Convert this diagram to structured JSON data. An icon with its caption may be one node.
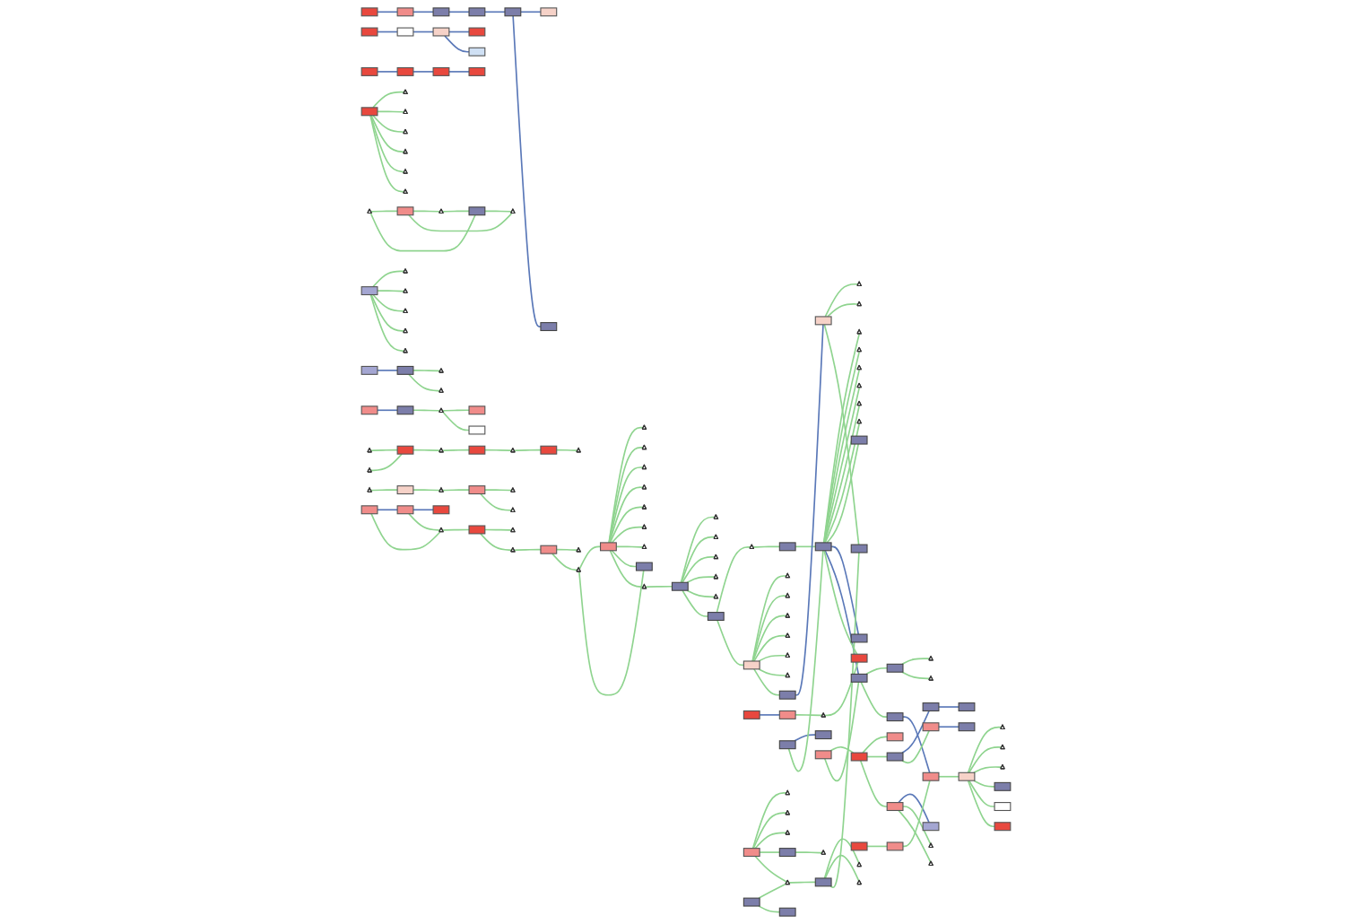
{
  "diagram": {
    "nodes": [
      {
        "text": [],
        "shape": "box"
      },
      {
        "text": [],
        "shape": "box"
      },
      {
        "text": [],
        "shape": "box"
      },
      {
        "text": [],
        "shape": "box"
      },
      {
        "text": [],
        "shape": "box"
      },
      {
        "text": [],
        "shape": "box"
      },
      {
        "text": [],
        "shape": "box"
      },
      {
        "text": [],
        "shape": "box"
      },
      {
        "text": [],
        "shape": "box"
      },
      {
        "text": [],
        "shape": "box"
      },
      {
        "text": [],
        "shape": "box"
      },
      {
        "text": [],
        "shape": "box"
      },
      {
        "text": [],
        "shape": "box"
      },
      {
        "text": [],
        "shape": "box"
      },
      {
        "text": [],
        "shape": "box"
      },
      {
        "text": [],
        "shape": "box"
      },
      {
        "text": [],
        "shape": "triangle"
      },
      {
        "text": [],
        "shape": "box"
      },
      {
        "text": [],
        "shape": "triangle"
      },
      {
        "text": [],
        "shape": "box"
      },
      {
        "text": [],
        "shape": "triangle"
      },
      {
        "text": [],
        "shape": "box"
      },
      {
        "text": [],
        "shape": "triangle"
      },
      {
        "text": [],
        "shape": "triangle"
      },
      {
        "text": [],
        "shape": "triangle"
      },
      {
        "text": [],
        "shape": "triangle"
      },
      {
        "text": [],
        "shape": "triangle"
      },
      {
        "text": [],
        "shape": "triangle"
      },
      {
        "text": [],
        "shape": "box"
      },
      {
        "text": [],
        "shape": "triangle"
      },
      {
        "text": [],
        "shape": "triangle"
      },
      {
        "text": [],
        "shape": "triangle"
      },
      {
        "text": [],
        "shape": "triangle"
      },
      {
        "text": [],
        "shape": "triangle"
      },
      {
        "text": [],
        "shape": "box"
      },
      {
        "text": [],
        "shape": "box"
      },
      {
        "text": [],
        "shape": "triangle"
      },
      {
        "text": [],
        "shape": "triangle"
      },
      {
        "text": [],
        "shape": "box"
      },
      {
        "text": [],
        "shape": "box"
      },
      {
        "text": [],
        "shape": "triangle"
      },
      {
        "text": [],
        "shape": "box"
      },
      {
        "text": [],
        "shape": "box"
      },
      {
        "text": [],
        "shape": "triangle"
      },
      {
        "text": [],
        "shape": "triangle"
      },
      {
        "text": [],
        "shape": "box"
      },
      {
        "text": [],
        "shape": "triangle"
      },
      {
        "text": [],
        "shape": "box"
      },
      {
        "text": [],
        "shape": "triangle"
      },
      {
        "text": [],
        "shape": "box"
      },
      {
        "text": [],
        "shape": "triangle"
      },
      {
        "text": [],
        "shape": "triangle"
      },
      {
        "text": [],
        "shape": "box"
      },
      {
        "text": [],
        "shape": "triangle"
      },
      {
        "text": [],
        "shape": "box"
      },
      {
        "text": [],
        "shape": "triangle"
      },
      {
        "text": [],
        "shape": "triangle"
      },
      {
        "text": [],
        "shape": "box"
      },
      {
        "text": [],
        "shape": "box"
      },
      {
        "text": [],
        "shape": "box"
      },
      {
        "text": [],
        "shape": "triangle"
      },
      {
        "text": [],
        "shape": "box"
      },
      {
        "text": [],
        "shape": "triangle"
      },
      {
        "text": [],
        "shape": "triangle"
      },
      {
        "text": [],
        "shape": "box"
      },
      {
        "text": [],
        "shape": "triangle"
      },
      {
        "text": [],
        "shape": "triangle"
      },
      {
        "text": [],
        "shape": "box"
      },
      {
        "text": [],
        "shape": "triangle"
      },
      {
        "text": [],
        "shape": "triangle"
      },
      {
        "text": [],
        "shape": "triangle"
      },
      {
        "text": [],
        "shape": "triangle"
      },
      {
        "text": [],
        "shape": "triangle"
      },
      {
        "text": [],
        "shape": "triangle"
      },
      {
        "text": [],
        "shape": "triangle"
      },
      {
        "text": [],
        "shape": "box"
      },
      {
        "text": [],
        "shape": "triangle"
      },
      {
        "text": [],
        "shape": "box"
      },
      {
        "text": [],
        "shape": "triangle"
      },
      {
        "text": [],
        "shape": "triangle"
      },
      {
        "text": [],
        "shape": "triangle"
      },
      {
        "text": [],
        "shape": "triangle"
      },
      {
        "text": [],
        "shape": "triangle"
      },
      {
        "text": [],
        "shape": "box"
      },
      {
        "text": [],
        "shape": "triangle"
      },
      {
        "text": [],
        "shape": "box"
      },
      {
        "text": [],
        "shape": "box"
      },
      {
        "text": [],
        "shape": "box"
      },
      {
        "text": [],
        "shape": "triangle"
      },
      {
        "text": [],
        "shape": "triangle"
      },
      {
        "text": [],
        "shape": "triangle"
      },
      {
        "text": [],
        "shape": "triangle"
      },
      {
        "text": [],
        "shape": "triangle"
      },
      {
        "text": [],
        "shape": "triangle"
      },
      {
        "text": [],
        "shape": "box"
      },
      {
        "text": [],
        "shape": "box"
      },
      {
        "text": [],
        "shape": "triangle"
      },
      {
        "text": [],
        "shape": "triangle"
      },
      {
        "text": [],
        "shape": "box"
      },
      {
        "text": [],
        "shape": "triangle"
      },
      {
        "text": [],
        "shape": "triangle"
      },
      {
        "text": [],
        "shape": "triangle"
      },
      {
        "text": [],
        "shape": "triangle"
      },
      {
        "text": [],
        "shape": "triangle"
      },
      {
        "text": [],
        "shape": "triangle"
      },
      {
        "text": [],
        "shape": "box"
      },
      {
        "text": [],
        "shape": "box"
      },
      {
        "text": [],
        "shape": "box"
      },
      {
        "text": [],
        "shape": "box"
      },
      {
        "text": [],
        "shape": "box"
      },
      {
        "text": [],
        "shape": "box"
      },
      {
        "text": [],
        "shape": "triangle"
      },
      {
        "text": [],
        "shape": "triangle"
      },
      {
        "text": [],
        "shape": "box"
      },
      {
        "text": [],
        "shape": "box"
      },
      {
        "text": [],
        "shape": "triangle"
      },
      {
        "text": [],
        "shape": "triangle"
      },
      {
        "text": [],
        "shape": "triangle"
      },
      {
        "text": [],
        "shape": "box"
      },
      {
        "text": [],
        "shape": "box"
      },
      {
        "text": [],
        "shape": "box"
      },
      {
        "text": [],
        "shape": "box"
      },
      {
        "text": [],
        "shape": "box"
      },
      {
        "text": [],
        "shape": "box"
      },
      {
        "text": [],
        "shape": "box"
      },
      {
        "text": [],
        "shape": "box"
      },
      {
        "text": [],
        "shape": "box"
      },
      {
        "text": [],
        "shape": "box"
      },
      {
        "text": [],
        "shape": "box"
      },
      {
        "text": [],
        "shape": "box"
      },
      {
        "text": [],
        "shape": "triangle"
      },
      {
        "text": [],
        "shape": "triangle"
      },
      {
        "text": [],
        "shape": "box"
      },
      {
        "text": [],
        "shape": "box"
      },
      {
        "text": [],
        "shape": "box"
      },
      {
        "text": [],
        "shape": "box"
      },
      {
        "text": [],
        "shape": "triangle"
      },
      {
        "text": [],
        "shape": "box"
      },
      {
        "text": [],
        "shape": "box"
      },
      {
        "text": [],
        "shape": "box"
      },
      {
        "text": [],
        "shape": "box"
      },
      {
        "text": [],
        "shape": "triangle"
      },
      {
        "text": [],
        "shape": "triangle"
      },
      {
        "text": [],
        "shape": "triangle"
      },
      {
        "text": [],
        "shape": "box"
      },
      {
        "text": [],
        "shape": "triangle"
      },
      {
        "text": [],
        "shape": "box"
      },
      {
        "text": [],
        "shape": "triangle"
      },
      {
        "text": [],
        "shape": "triangle"
      },
      {
        "text": [],
        "shape": "box"
      },
      {
        "text": [],
        "shape": "triangle"
      },
      {
        "text": [],
        "shape": "box"
      }
    ],
    "edges": [
      {
        "from": 0,
        "to": 1,
        "arrow": "none",
        "color": "#5a78b8"
      },
      {
        "from": 1,
        "to": 2,
        "arrow": "none",
        "color": "#5a78b8"
      },
      {
        "from": 2,
        "to": 3,
        "arrow": "none",
        "color": "#5a78b8"
      },
      {
        "from": 3,
        "to": 4,
        "arrow": "none",
        "color": "#5a78b8"
      },
      {
        "from": 4,
        "to": 5,
        "arrow": "none",
        "color": "#5a78b8"
      },
      {
        "from": 4,
        "to": 6,
        "arrow": "none",
        "color": "#5a78b8"
      },
      {
        "from": 7,
        "to": 8,
        "arrow": "none",
        "color": "#5a78b8"
      },
      {
        "from": 8,
        "to": 9,
        "arrow": "none",
        "color": "#5a78b8"
      },
      {
        "from": 9,
        "to": 10,
        "arrow": "none",
        "color": "#5a78b8"
      },
      {
        "from": 9,
        "to": 11,
        "arrow": "none",
        "color": "#5a78b8"
      },
      {
        "from": 12,
        "to": 13,
        "arrow": "none",
        "color": "#5a78b8"
      },
      {
        "from": 13,
        "to": 14,
        "arrow": "none",
        "color": "#5a78b8"
      },
      {
        "from": 14,
        "to": 15,
        "arrow": "none",
        "color": "#5a78b8"
      },
      {
        "from": 16,
        "to": 17,
        "arrow": "none"
      },
      {
        "from": 16,
        "to": 19,
        "arrow": "none"
      },
      {
        "from": 17,
        "to": 18,
        "arrow": "none"
      },
      {
        "from": 18,
        "to": 19,
        "arrow": "none"
      },
      {
        "from": 19,
        "to": 20,
        "arrow": "none"
      },
      {
        "from": 17,
        "to": 20,
        "arrow": "none"
      },
      {
        "from": 21,
        "to": 22,
        "arrow": "none"
      },
      {
        "from": 21,
        "to": 23,
        "arrow": "none"
      },
      {
        "from": 21,
        "to": 24,
        "arrow": "none"
      },
      {
        "from": 21,
        "to": 25,
        "arrow": "none"
      },
      {
        "from": 21,
        "to": 26,
        "arrow": "none"
      },
      {
        "from": 21,
        "to": 27,
        "arrow": "none"
      },
      {
        "from": 28,
        "to": 29,
        "arrow": "none"
      },
      {
        "from": 28,
        "to": 30,
        "arrow": "none"
      },
      {
        "from": 28,
        "to": 31,
        "arrow": "none"
      },
      {
        "from": 28,
        "to": 32,
        "arrow": "none"
      },
      {
        "from": 28,
        "to": 33,
        "arrow": "none"
      },
      {
        "from": 34,
        "to": 35,
        "arrow": "none",
        "color": "#5a78b8"
      },
      {
        "from": 35,
        "to": 36,
        "arrow": "none"
      },
      {
        "from": 35,
        "to": 37,
        "arrow": "none"
      },
      {
        "from": 38,
        "to": 39,
        "arrow": "none",
        "color": "#5a78b8"
      },
      {
        "from": 39,
        "to": 40,
        "arrow": "none"
      },
      {
        "from": 40,
        "to": 41,
        "arrow": "none"
      },
      {
        "from": 40,
        "to": 42,
        "arrow": "none"
      },
      {
        "from": 43,
        "to": 45,
        "arrow": "none"
      },
      {
        "from": 44,
        "to": 45,
        "arrow": "none"
      },
      {
        "from": 45,
        "to": 46,
        "arrow": "none"
      },
      {
        "from": 46,
        "to": 47,
        "arrow": "none"
      },
      {
        "from": 47,
        "to": 48,
        "arrow": "none"
      },
      {
        "from": 48,
        "to": 49,
        "arrow": "none"
      },
      {
        "from": 49,
        "to": 50,
        "arrow": "none"
      },
      {
        "from": 51,
        "to": 52,
        "arrow": "none"
      },
      {
        "from": 52,
        "to": 53,
        "arrow": "none"
      },
      {
        "from": 53,
        "to": 54,
        "arrow": "none"
      },
      {
        "from": 54,
        "to": 55,
        "arrow": "none"
      },
      {
        "from": 54,
        "to": 56,
        "arrow": "none"
      },
      {
        "from": 57,
        "to": 58,
        "arrow": "none",
        "color": "#5a78b8"
      },
      {
        "from": 58,
        "to": 59,
        "arrow": "none",
        "color": "#5a78b8"
      },
      {
        "from": 57,
        "to": 60,
        "arrow": "none"
      },
      {
        "from": 58,
        "to": 60,
        "arrow": "none"
      },
      {
        "from": 60,
        "to": 61,
        "arrow": "none"
      },
      {
        "from": 61,
        "to": 62,
        "arrow": "none"
      },
      {
        "from": 61,
        "to": 63,
        "arrow": "none"
      },
      {
        "from": 63,
        "to": 64,
        "arrow": "none"
      },
      {
        "from": 64,
        "to": 65,
        "arrow": "none"
      },
      {
        "from": 64,
        "to": 66,
        "arrow": "none"
      },
      {
        "from": 66,
        "to": 67,
        "arrow": "none"
      },
      {
        "from": 66,
        "to": 75,
        "arrow": "none"
      },
      {
        "from": 67,
        "to": 68,
        "arrow": "none"
      },
      {
        "from": 67,
        "to": 69,
        "arrow": "none"
      },
      {
        "from": 67,
        "to": 70,
        "arrow": "none"
      },
      {
        "from": 67,
        "to": 71,
        "arrow": "none"
      },
      {
        "from": 67,
        "to": 72,
        "arrow": "none"
      },
      {
        "from": 67,
        "to": 73,
        "arrow": "none"
      },
      {
        "from": 67,
        "to": 74,
        "arrow": "none"
      },
      {
        "from": 67,
        "to": 75,
        "arrow": "none"
      },
      {
        "from": 67,
        "to": 76,
        "arrow": "none"
      },
      {
        "from": 76,
        "to": 77,
        "arrow": "none"
      },
      {
        "from": 77,
        "to": 78,
        "arrow": "none"
      },
      {
        "from": 77,
        "to": 79,
        "arrow": "none"
      },
      {
        "from": 77,
        "to": 80,
        "arrow": "none"
      },
      {
        "from": 77,
        "to": 81,
        "arrow": "none"
      },
      {
        "from": 77,
        "to": 82,
        "arrow": "none"
      },
      {
        "from": 77,
        "to": 83,
        "arrow": "none"
      },
      {
        "from": 83,
        "to": 84,
        "arrow": "none"
      },
      {
        "from": 84,
        "to": 85,
        "arrow": "none"
      },
      {
        "from": 85,
        "to": 86,
        "arrow": "none"
      },
      {
        "from": 83,
        "to": 87,
        "arrow": "none"
      },
      {
        "from": 87,
        "to": 88,
        "arrow": "none"
      },
      {
        "from": 87,
        "to": 89,
        "arrow": "none"
      },
      {
        "from": 87,
        "to": 90,
        "arrow": "none"
      },
      {
        "from": 87,
        "to": 91,
        "arrow": "none"
      },
      {
        "from": 87,
        "to": 92,
        "arrow": "none"
      },
      {
        "from": 87,
        "to": 93,
        "arrow": "none"
      },
      {
        "from": 87,
        "to": 94,
        "arrow": "none"
      },
      {
        "from": 94,
        "to": 95,
        "arrow": "none",
        "color": "#5a78b8"
      },
      {
        "from": 95,
        "to": 96,
        "arrow": "none"
      },
      {
        "from": 95,
        "to": 97,
        "arrow": "none"
      },
      {
        "from": 95,
        "to": 98,
        "arrow": "none"
      },
      {
        "from": 86,
        "to": 99,
        "arrow": "none"
      },
      {
        "from": 86,
        "to": 100,
        "arrow": "none"
      },
      {
        "from": 86,
        "to": 101,
        "arrow": "none"
      },
      {
        "from": 86,
        "to": 102,
        "arrow": "none"
      },
      {
        "from": 86,
        "to": 103,
        "arrow": "none"
      },
      {
        "from": 86,
        "to": 104,
        "arrow": "none"
      },
      {
        "from": 86,
        "to": 105,
        "arrow": "none"
      },
      {
        "from": 86,
        "to": 106,
        "arrow": "none",
        "color": "#5a78b8"
      },
      {
        "from": 86,
        "to": 107,
        "arrow": "none",
        "color": "#5a78b8"
      },
      {
        "from": 107,
        "to": 108,
        "arrow": "none"
      },
      {
        "from": 107,
        "to": 109,
        "arrow": "none"
      },
      {
        "from": 109,
        "to": 110,
        "arrow": "none",
        "color": "#5a78b8"
      },
      {
        "from": 108,
        "to": 111,
        "arrow": "none"
      },
      {
        "from": 108,
        "to": 112,
        "arrow": "none"
      },
      {
        "from": 86,
        "to": 113,
        "arrow": "none"
      },
      {
        "from": 114,
        "to": 115,
        "arrow": "none"
      },
      {
        "from": 114,
        "to": 116,
        "arrow": "none"
      },
      {
        "from": 114,
        "to": 117,
        "arrow": "none"
      },
      {
        "from": 114,
        "to": 118,
        "arrow": "none"
      },
      {
        "from": 114,
        "to": 119,
        "arrow": "none"
      },
      {
        "from": 114,
        "to": 120,
        "arrow": "none"
      },
      {
        "from": 110,
        "to": 114,
        "arrow": "none"
      },
      {
        "from": 121,
        "to": 122,
        "arrow": "none"
      },
      {
        "from": 121,
        "to": 123,
        "arrow": "none"
      },
      {
        "from": 123,
        "to": 124,
        "arrow": "none",
        "color": "#5a78b8"
      },
      {
        "from": 124,
        "to": 125,
        "arrow": "none",
        "color": "#5a78b8"
      },
      {
        "from": 123,
        "to": 126,
        "arrow": "none"
      },
      {
        "from": 126,
        "to": 127,
        "arrow": "none",
        "color": "#5a78b8"
      },
      {
        "from": 128,
        "to": 129,
        "arrow": "none",
        "color": "#5a78b8"
      },
      {
        "from": 128,
        "to": 130,
        "arrow": "none"
      },
      {
        "from": 128,
        "to": 131,
        "arrow": "none"
      },
      {
        "from": 121,
        "to": 128,
        "arrow": "none"
      },
      {
        "from": 132,
        "to": 133,
        "arrow": "none"
      },
      {
        "from": 133,
        "to": 110,
        "arrow": "none"
      },
      {
        "from": 134,
        "to": 135,
        "arrow": "none",
        "color": "#5a78b8"
      },
      {
        "from": 135,
        "to": 136,
        "arrow": "none"
      },
      {
        "from": 136,
        "to": 113,
        "arrow": "none"
      },
      {
        "from": 137,
        "to": 138,
        "arrow": "none",
        "color": "#5a78b8"
      },
      {
        "from": 137,
        "to": 86,
        "arrow": "none"
      },
      {
        "from": 139,
        "to": 121,
        "arrow": "none"
      },
      {
        "from": 139,
        "to": 107,
        "arrow": "none"
      },
      {
        "from": 140,
        "to": 141,
        "arrow": "none"
      },
      {
        "from": 140,
        "to": 142,
        "arrow": "none"
      },
      {
        "from": 140,
        "to": 143,
        "arrow": "none"
      },
      {
        "from": 140,
        "to": 144,
        "arrow": "none"
      },
      {
        "from": 144,
        "to": 145,
        "arrow": "none"
      },
      {
        "from": 146,
        "to": 147,
        "arrow": "none"
      },
      {
        "from": 146,
        "to": 148,
        "arrow": "none"
      },
      {
        "from": 146,
        "to": 98,
        "arrow": "none"
      },
      {
        "from": 149,
        "to": 150,
        "arrow": "none"
      },
      {
        "from": 149,
        "to": 151,
        "arrow": "none"
      },
      {
        "from": 150,
        "to": 146,
        "arrow": "none"
      },
      {
        "from": 140,
        "to": 150,
        "arrow": "none"
      }
    ]
  }
}
